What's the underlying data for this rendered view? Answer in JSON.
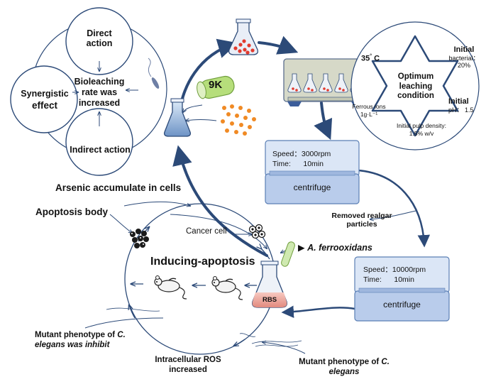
{
  "left_circle": {
    "direct": [
      "Direct",
      "action"
    ],
    "center": [
      "Bioleaching",
      "rate was",
      "increased"
    ],
    "synergistic": [
      "Synergistic",
      "effect"
    ],
    "indirect": "Indirect action"
  },
  "reagent": "9K",
  "conditions": {
    "center": [
      "Optimum",
      "leaching",
      "condition"
    ],
    "temp": "35",
    "temp_unit": "C",
    "degree": "°",
    "bacterial_title": "Initial",
    "bacterial": [
      "bacterial：",
      "20%"
    ],
    "ph_title": "Initial",
    "ph": [
      "pH：",
      "1.5"
    ],
    "ferrous": [
      "Ferrous ions",
      "1g·L⁻¹"
    ],
    "pulp": [
      "Initial pulp density:",
      "1.5% w/v"
    ]
  },
  "centrifuge1": {
    "speed": "Speed：3000rpm",
    "time": "Time:      10min",
    "label": "centrifuge"
  },
  "centrifuge2": {
    "speed": "Speed：10000rpm",
    "time": "Time:      10min",
    "label": "centrifuge"
  },
  "labels": {
    "arsenic": "Arsenic accumulate in cells",
    "apoptosis_body": "Apoptosis body",
    "cancer_cell": "Cancer cell",
    "removed": [
      "Removed realgar",
      "particles"
    ],
    "ferrooxidans": "A. ferrooxidans",
    "inducing": "Inducing-apoptosis",
    "rbs": "RBS",
    "mutant_inhibit": [
      "Mutant phenotype of",
      "C.",
      "elegans was inhibit"
    ],
    "ros": [
      "Intracellular ROS",
      "increased"
    ],
    "mutant": [
      "Mutant phenotype of",
      "C.",
      "elegans"
    ]
  },
  "colors": {
    "arrow": "#2c4a78",
    "panel": "#c9d8ef",
    "red": "#e23a2e",
    "orange": "#f08a24",
    "green": "#9fd36a"
  }
}
